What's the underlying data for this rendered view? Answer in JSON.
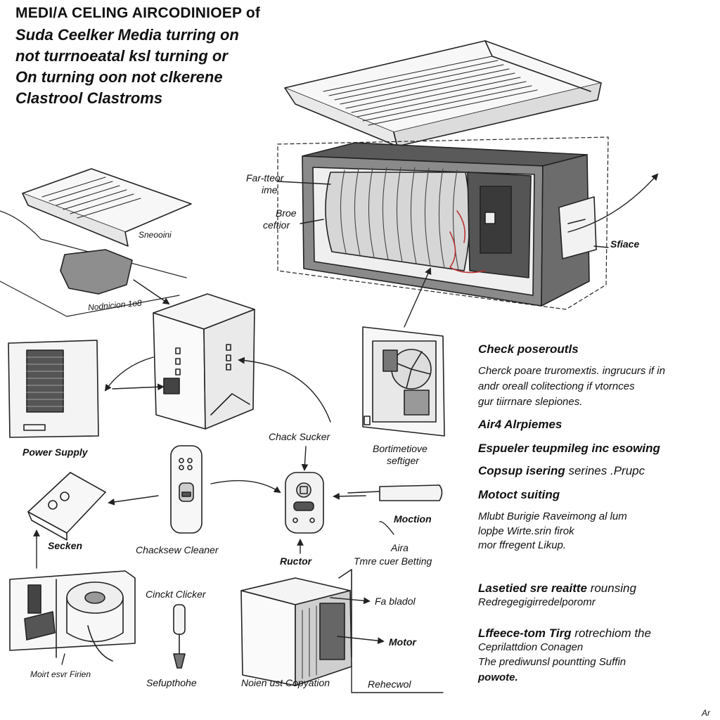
{
  "title_lines": [
    "MEDI/A CELING AIRCODINIOEP of",
    "Suda Ceelker Media turring on",
    "not turrnoeatal ksl turning or",
    "On turning oon not clkerene",
    "Clastrool Clastroms"
  ],
  "labels": {
    "far_tteor": "Far-tteor",
    "ime": "ime",
    "broe": "Broe",
    "ceftior": "ceftior",
    "sfiace": "Sfiace",
    "sneooini": "Sneooini",
    "nodnicion": "Nodnicion 1o8",
    "power_supply": "Power Supply",
    "chack_sucker": "Chack Sucker",
    "bortimetiove": "Bortimetiove",
    "seftiger": "seftiger",
    "secken": "Secken",
    "chacksew_cleaner": "Chacksew Cleaner",
    "ructor": "Ructor",
    "moction": "Moction",
    "aira": "Aira",
    "tmre_cuer_betting": "Tmre cuer Betting",
    "cinckt_clicker": "Cinckt Clicker",
    "fa_bladol": "Fa bladol",
    "motor": "Motor",
    "moirt_esvr_firien": "Moirt esvr Firien",
    "sefupthohe": "Sefupthohe",
    "noien_ust_copyation": "Noien ust Copyation",
    "rehecwol": "Rehecwol",
    "corner_mark": "Ar"
  },
  "side_panel": [
    {
      "kind": "heading",
      "text": "Check poserоutls"
    },
    {
      "kind": "para",
      "text": "Cherck poare truromextis. ingrucurs if in"
    },
    {
      "kind": "para",
      "text": "andr oreall colitectiong if vtornces"
    },
    {
      "kind": "para",
      "text": "gur tiirrnare slepiones."
    },
    {
      "kind": "heading",
      "text": "Air4 Alrpiemes"
    },
    {
      "kind": "heading",
      "text": "Espueler teupmileg inc esowing"
    },
    {
      "kind": "heading_mixed",
      "bold": "Copsup isering",
      "rest": " serines .Prupc"
    },
    {
      "kind": "heading",
      "text": "Motoct suiting"
    },
    {
      "kind": "para",
      "text": "Mlubt Burigie Raveimong al lum"
    },
    {
      "kind": "para",
      "text": "lopþe Wirte.srin firok"
    },
    {
      "kind": "para",
      "text": "mor ffregent Likup."
    },
    {
      "kind": "heading_mixed",
      "bold": "Lasetied sre reaitte",
      "rest": " rounsing"
    },
    {
      "kind": "para",
      "text": "Redregegigirredelporomr"
    },
    {
      "kind": "heading_mixed",
      "bold": "Lffeece-tom Tirg",
      "rest": " rotrechiom the"
    },
    {
      "kind": "para",
      "text": "Ceprilattdion Conagen"
    },
    {
      "kind": "para",
      "text": "The prediwunsl pountting Suffin"
    },
    {
      "kind": "para_bold",
      "text": "powote."
    }
  ]
}
